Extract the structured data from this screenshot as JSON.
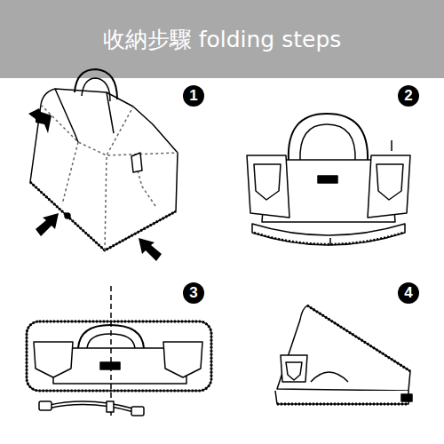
{
  "diagram": {
    "title": "收納步驟 folding steps",
    "labels": [
      "1",
      "2",
      "3",
      "4"
    ]
  }
}
